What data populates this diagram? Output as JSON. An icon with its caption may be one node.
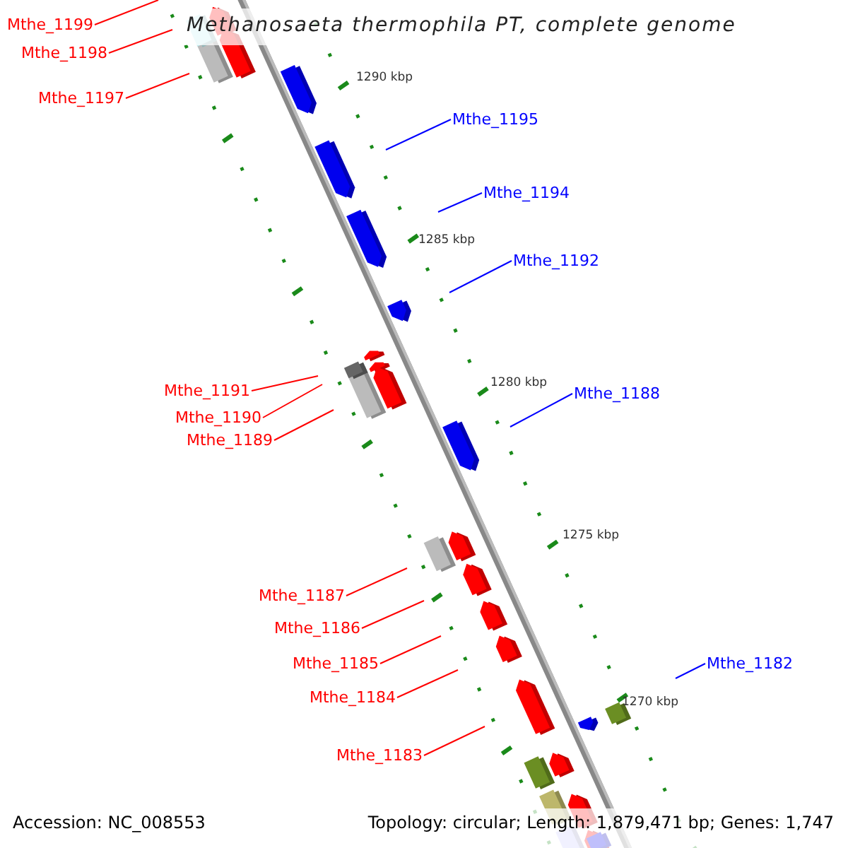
{
  "diagram": {
    "title": "Methanosaeta thermophila PT, complete genome",
    "nodes": [
      {
        "text": [
          "Mthe_1199"
        ]
      },
      {
        "text": [
          "Mthe_1198"
        ]
      },
      {
        "text": [
          "Mthe_1197"
        ]
      },
      {
        "text": [
          "Mthe_1195"
        ]
      },
      {
        "text": [
          "Mthe_1194"
        ]
      },
      {
        "text": [
          "Mthe_1192"
        ]
      },
      {
        "text": [
          "Mthe_1191"
        ]
      },
      {
        "text": [
          "Mthe_1188"
        ]
      },
      {
        "text": [
          "Mthe_1190"
        ]
      },
      {
        "text": [
          "Mthe_1189"
        ]
      },
      {
        "text": [
          "Mthe_1187"
        ]
      },
      {
        "text": [
          "Mthe_1186"
        ]
      },
      {
        "text": [
          "Mthe_1182"
        ]
      },
      {
        "text": [
          "Mthe_1185"
        ]
      },
      {
        "text": [
          "Mthe_1184"
        ]
      },
      {
        "text": [
          "Mthe_1183"
        ]
      }
    ],
    "edges": [
      {
        "from": 0,
        "to": null,
        "arrow": "none"
      },
      {
        "from": 1,
        "to": null,
        "arrow": "none"
      },
      {
        "from": 2,
        "to": null,
        "arrow": "none"
      },
      {
        "from": 3,
        "to": null,
        "arrow": "none",
        "color": "#0000ff"
      },
      {
        "from": 4,
        "to": null,
        "arrow": "none",
        "color": "#0000ff"
      },
      {
        "from": 5,
        "to": null,
        "arrow": "none",
        "color": "#0000ff"
      },
      {
        "from": 6,
        "to": null,
        "arrow": "none"
      },
      {
        "from": 7,
        "to": null,
        "arrow": "none",
        "color": "#0000ff"
      },
      {
        "from": 8,
        "to": null,
        "arrow": "none"
      },
      {
        "from": 9,
        "to": null,
        "arrow": "none"
      },
      {
        "from": 10,
        "to": null,
        "arrow": "none"
      },
      {
        "from": 11,
        "to": null,
        "arrow": "none"
      },
      {
        "from": 12,
        "to": null,
        "arrow": "none",
        "color": "#0000ff"
      },
      {
        "from": 13,
        "to": null,
        "arrow": "none"
      },
      {
        "from": 14,
        "to": null,
        "arrow": "none"
      },
      {
        "from": 15,
        "to": null,
        "arrow": "none"
      }
    ],
    "labels": [
      "1290 kbp",
      "1285 kbp",
      "1280 kbp",
      "1275 kbp",
      "1270 kbp",
      "Accession: NC_008553",
      "Topology: circular; Length: 1,879,471 bp; Genes: 1,747"
    ]
  }
}
